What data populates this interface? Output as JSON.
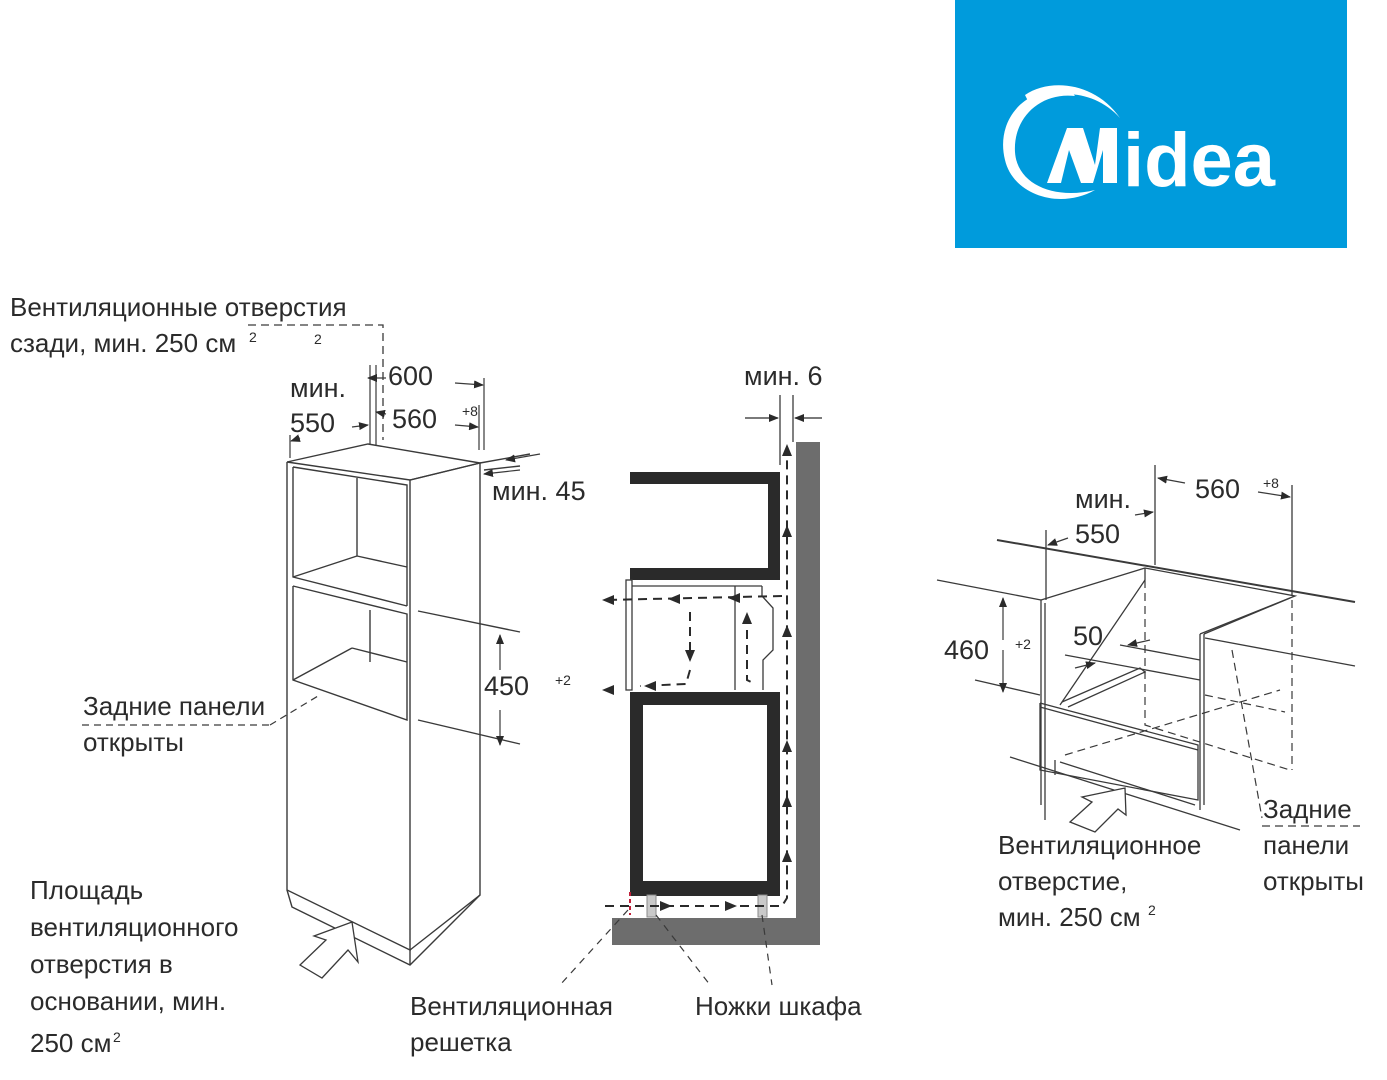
{
  "brand": {
    "name": "Midea",
    "logo_bg": "#009bdc",
    "logo_fg": "#ffffff"
  },
  "colors": {
    "wall": "#6d6d6d",
    "oven_frame": "#2a2a2a",
    "line": "#3a3a3a",
    "grille_marker": "#c0203a"
  },
  "tall_cabinet": {
    "rear_vents_label_line1": "Вентиляционные отверстия",
    "rear_vents_label_line2": "сзади, мин. 250 см",
    "rear_vents_sup": "2",
    "dim_600": "600",
    "dim_min_label": "мин.",
    "dim_550": "550",
    "dim_560": "560",
    "dim_560_tol": "+8",
    "dim_min45": "мин. 45",
    "dim_450": "450",
    "dim_450_tol": "+2",
    "rear_panels_line1": "Задние панели",
    "rear_panels_line2": "открыты",
    "base_vent_line1": "Площадь",
    "base_vent_line2": "вентиляционного",
    "base_vent_line3": "отверстия в",
    "base_vent_line4": "основании, мин.",
    "base_vent_line5": "250 см",
    "base_vent_sup": "2"
  },
  "section": {
    "dim_min6": "мин. 6",
    "grille_label_line1": "Вентиляционная",
    "grille_label_line2": "решетка",
    "feet_label": "Ножки шкафа"
  },
  "undercounter": {
    "dim_min_label": "мин.",
    "dim_550": "550",
    "dim_560": "560",
    "dim_560_tol": "+8",
    "dim_460": "460",
    "dim_460_tol": "+2",
    "dim_50": "50",
    "vent_line1": "Вентиляционное",
    "vent_line2": "отверстие,",
    "vent_line3": "мин. 250 см",
    "vent_sup": "2",
    "rear_panels_line1": "Задние",
    "rear_panels_line2": "панели",
    "rear_panels_line3": "открыты"
  }
}
